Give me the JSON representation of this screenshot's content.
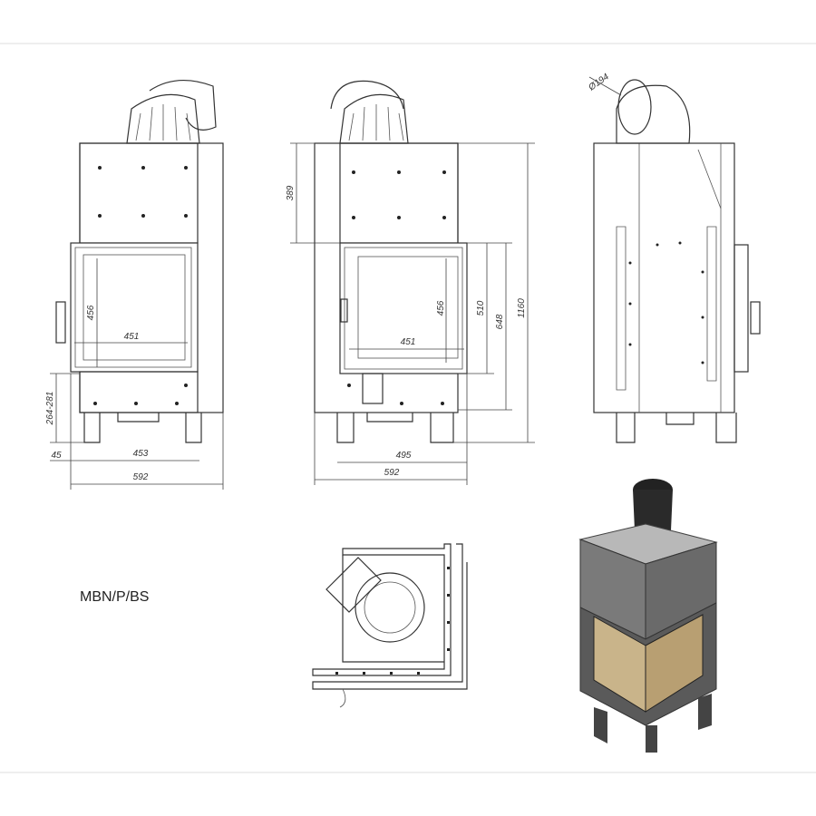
{
  "model_label": "MBN/P/BS",
  "front_view_left": {
    "dims": {
      "glass_height": "456",
      "glass_width": "451",
      "base_height": "264-281",
      "offset": "45",
      "inner_width": "453",
      "total_width": "592"
    }
  },
  "front_view_right": {
    "dims": {
      "top_height": "389",
      "glass_height": "456",
      "glass_width": "451",
      "door_height": "510",
      "opening_height": "648",
      "total_height": "1160",
      "inner_width": "495",
      "total_width": "592"
    }
  },
  "side_view": {
    "flue_diameter": "Ø194"
  },
  "colors": {
    "line": "#333333",
    "divider": "#dddddd",
    "render_steel": "#6e6e6e",
    "render_firebrick": "#c9b48a"
  }
}
